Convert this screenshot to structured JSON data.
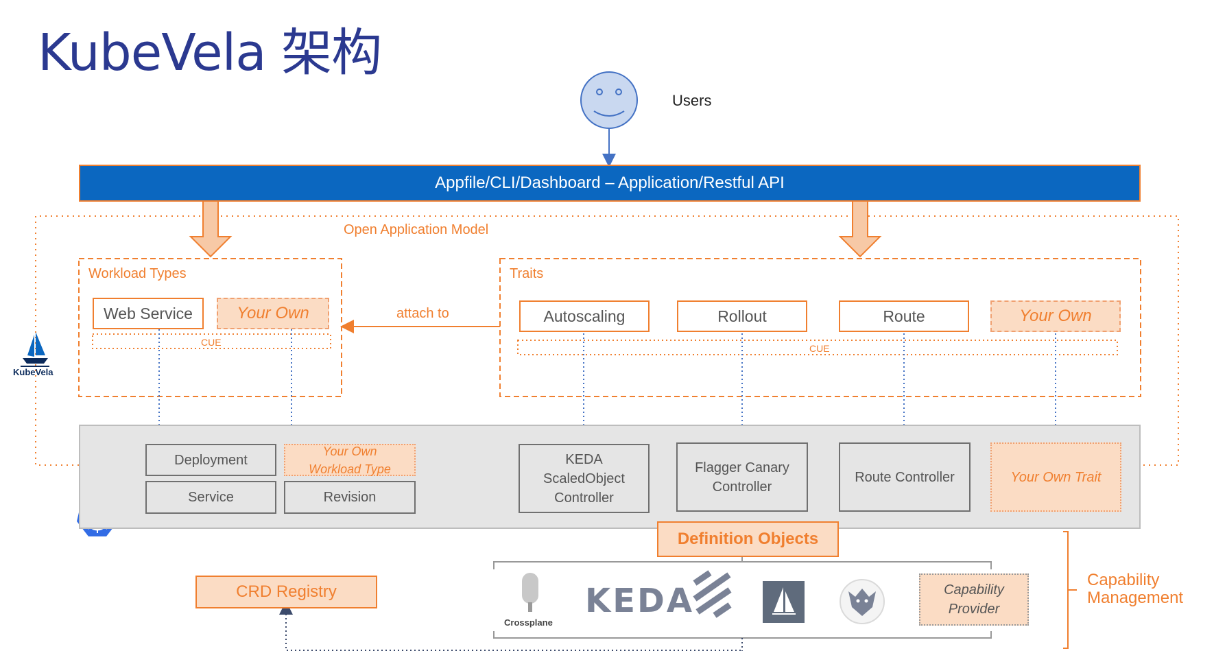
{
  "title": "KubeVela 架构",
  "users": {
    "label": "Users"
  },
  "api_bar": {
    "label": "Appfile/CLI/Dashboard – Application/Restful API"
  },
  "oam": {
    "label": "Open Application Model"
  },
  "kubevela_logo": {
    "label": "KubeVela"
  },
  "workload_types": {
    "label": "Workload Types",
    "web_service": "Web Service",
    "your_own": "Your Own",
    "cue": "CUE"
  },
  "attach_to": "attach to",
  "traits": {
    "label": "Traits",
    "items": [
      "Autoscaling",
      "Rollout",
      "Route"
    ],
    "your_own": "Your Own",
    "cue": "CUE"
  },
  "k8s": {
    "deployment": "Deployment",
    "service": "Service",
    "your_own_workload_line1": "Your Own",
    "your_own_workload_line2": "Workload Type",
    "revision": "Revision",
    "keda_line1": "KEDA",
    "keda_line2": "ScaledObject",
    "keda_line3": "Controller",
    "flagger_line1": "Flagger Canary",
    "flagger_line2": "Controller",
    "route_controller": "Route Controller",
    "your_own_trait": "Your Own Trait"
  },
  "definition_objects": "Definition Objects",
  "crd_registry": "CRD Registry",
  "providers": {
    "crossplane": "Crossplane",
    "keda": "KEDA",
    "capability_provider_line1": "Capability",
    "capability_provider_line2": "Provider"
  },
  "capability_management_line1": "Capability",
  "capability_management_line2": "Management",
  "colors": {
    "title": "#2b3990",
    "api_bar": "#0b67c0",
    "accent_orange": "#f07f2f",
    "peach": "#fbdcc4",
    "arrow_blue": "#4472c4",
    "k8s_blue": "#326ce5"
  }
}
